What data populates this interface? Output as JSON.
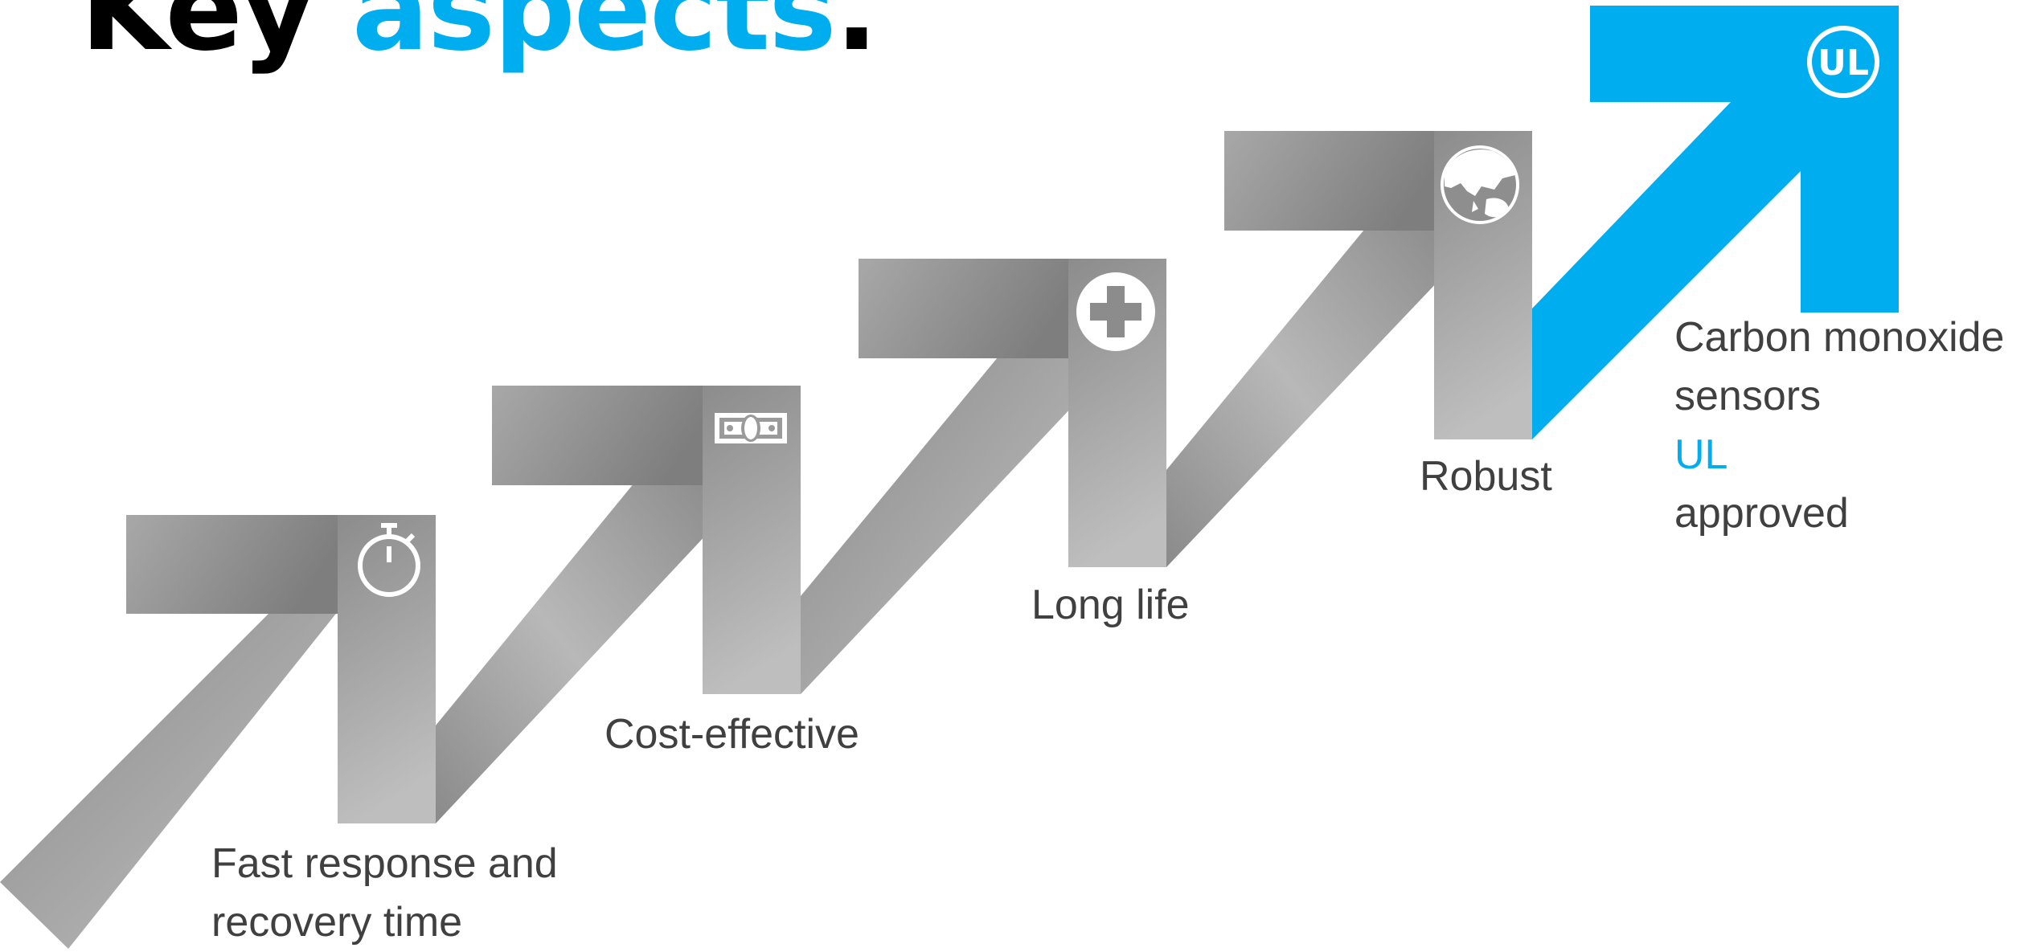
{
  "heading": {
    "word1": "Key",
    "word2": "aspects",
    "period": "."
  },
  "steps": [
    {
      "name": "fast-response",
      "icon": "stopwatch-icon",
      "lines": [
        "Fast response and",
        "recovery time"
      ]
    },
    {
      "name": "cost-effective",
      "icon": "banknote-icon",
      "lines": [
        "Cost-effective"
      ]
    },
    {
      "name": "long-life",
      "icon": "medical-cross-icon",
      "lines": [
        "Long life"
      ]
    },
    {
      "name": "robust",
      "icon": "globe-icon",
      "lines": [
        "Robust"
      ]
    },
    {
      "name": "ul-approved",
      "icon": "ul-mark-icon",
      "lines": [
        "Carbon monoxide",
        "sensors ",
        "approved"
      ],
      "highlight": "UL",
      "ul_mark": "UL"
    }
  ],
  "colors": {
    "accent": "#00AEEF",
    "text": "#404040",
    "gray_light": "#C2C2C2",
    "gray_dark": "#7F7F7F"
  }
}
